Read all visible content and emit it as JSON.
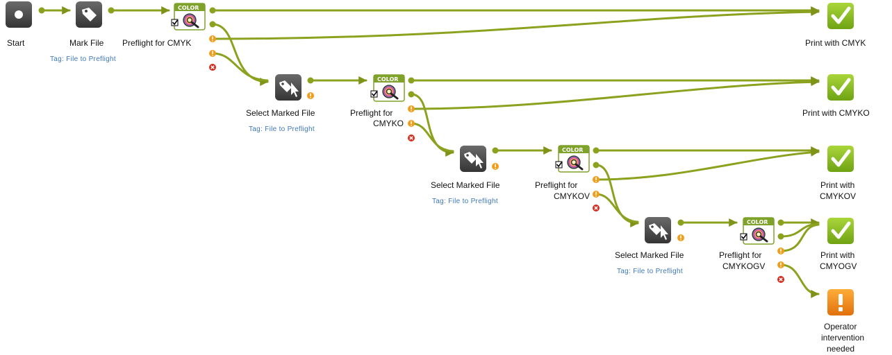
{
  "flow": {
    "start": {
      "label": "Start"
    },
    "mark_file": {
      "label": "Mark File",
      "tag": "Tag: File to Preflight"
    },
    "preflight_cmyk": {
      "label": "Preflight for CMYK",
      "badge": "COLOR"
    },
    "select_1": {
      "label": "Select Marked File",
      "tag": "Tag: File to Preflight"
    },
    "preflight_cmyko": {
      "label_line1": "Preflight for",
      "label_line2": "CMYKO",
      "badge": "COLOR"
    },
    "select_2": {
      "label": "Select Marked File",
      "tag": "Tag: File to Preflight"
    },
    "preflight_cmykov": {
      "label_line1": "Preflight for",
      "label_line2": "CMYKOV",
      "badge": "COLOR"
    },
    "select_3": {
      "label": "Select Marked File",
      "tag": "Tag: File to Preflight"
    },
    "preflight_cmykogv": {
      "label_line1": "Preflight for",
      "label_line2": "CMYKOGV",
      "badge": "COLOR"
    },
    "print_cmyk": {
      "label": "Print with CMYK"
    },
    "print_cmyko": {
      "label": "Print with CMYKO"
    },
    "print_cmykov": {
      "label_line1": "Print with",
      "label_line2": "CMYKOV"
    },
    "print_cmyogv": {
      "label_line1": "Print with",
      "label_line2": "CMYOGV"
    },
    "operator": {
      "label_line1": "Operator",
      "label_line2": "intervention",
      "label_line3": "needed"
    }
  },
  "colors": {
    "connector": "#8aa21e",
    "tool_dark": "#4a4a4a",
    "check_green": "#8dc21f",
    "warn_orange": "#f39c1a",
    "error_red": "#d52b1e",
    "tag_blue": "#3f78b8",
    "color_badge": "#7fa22b"
  }
}
